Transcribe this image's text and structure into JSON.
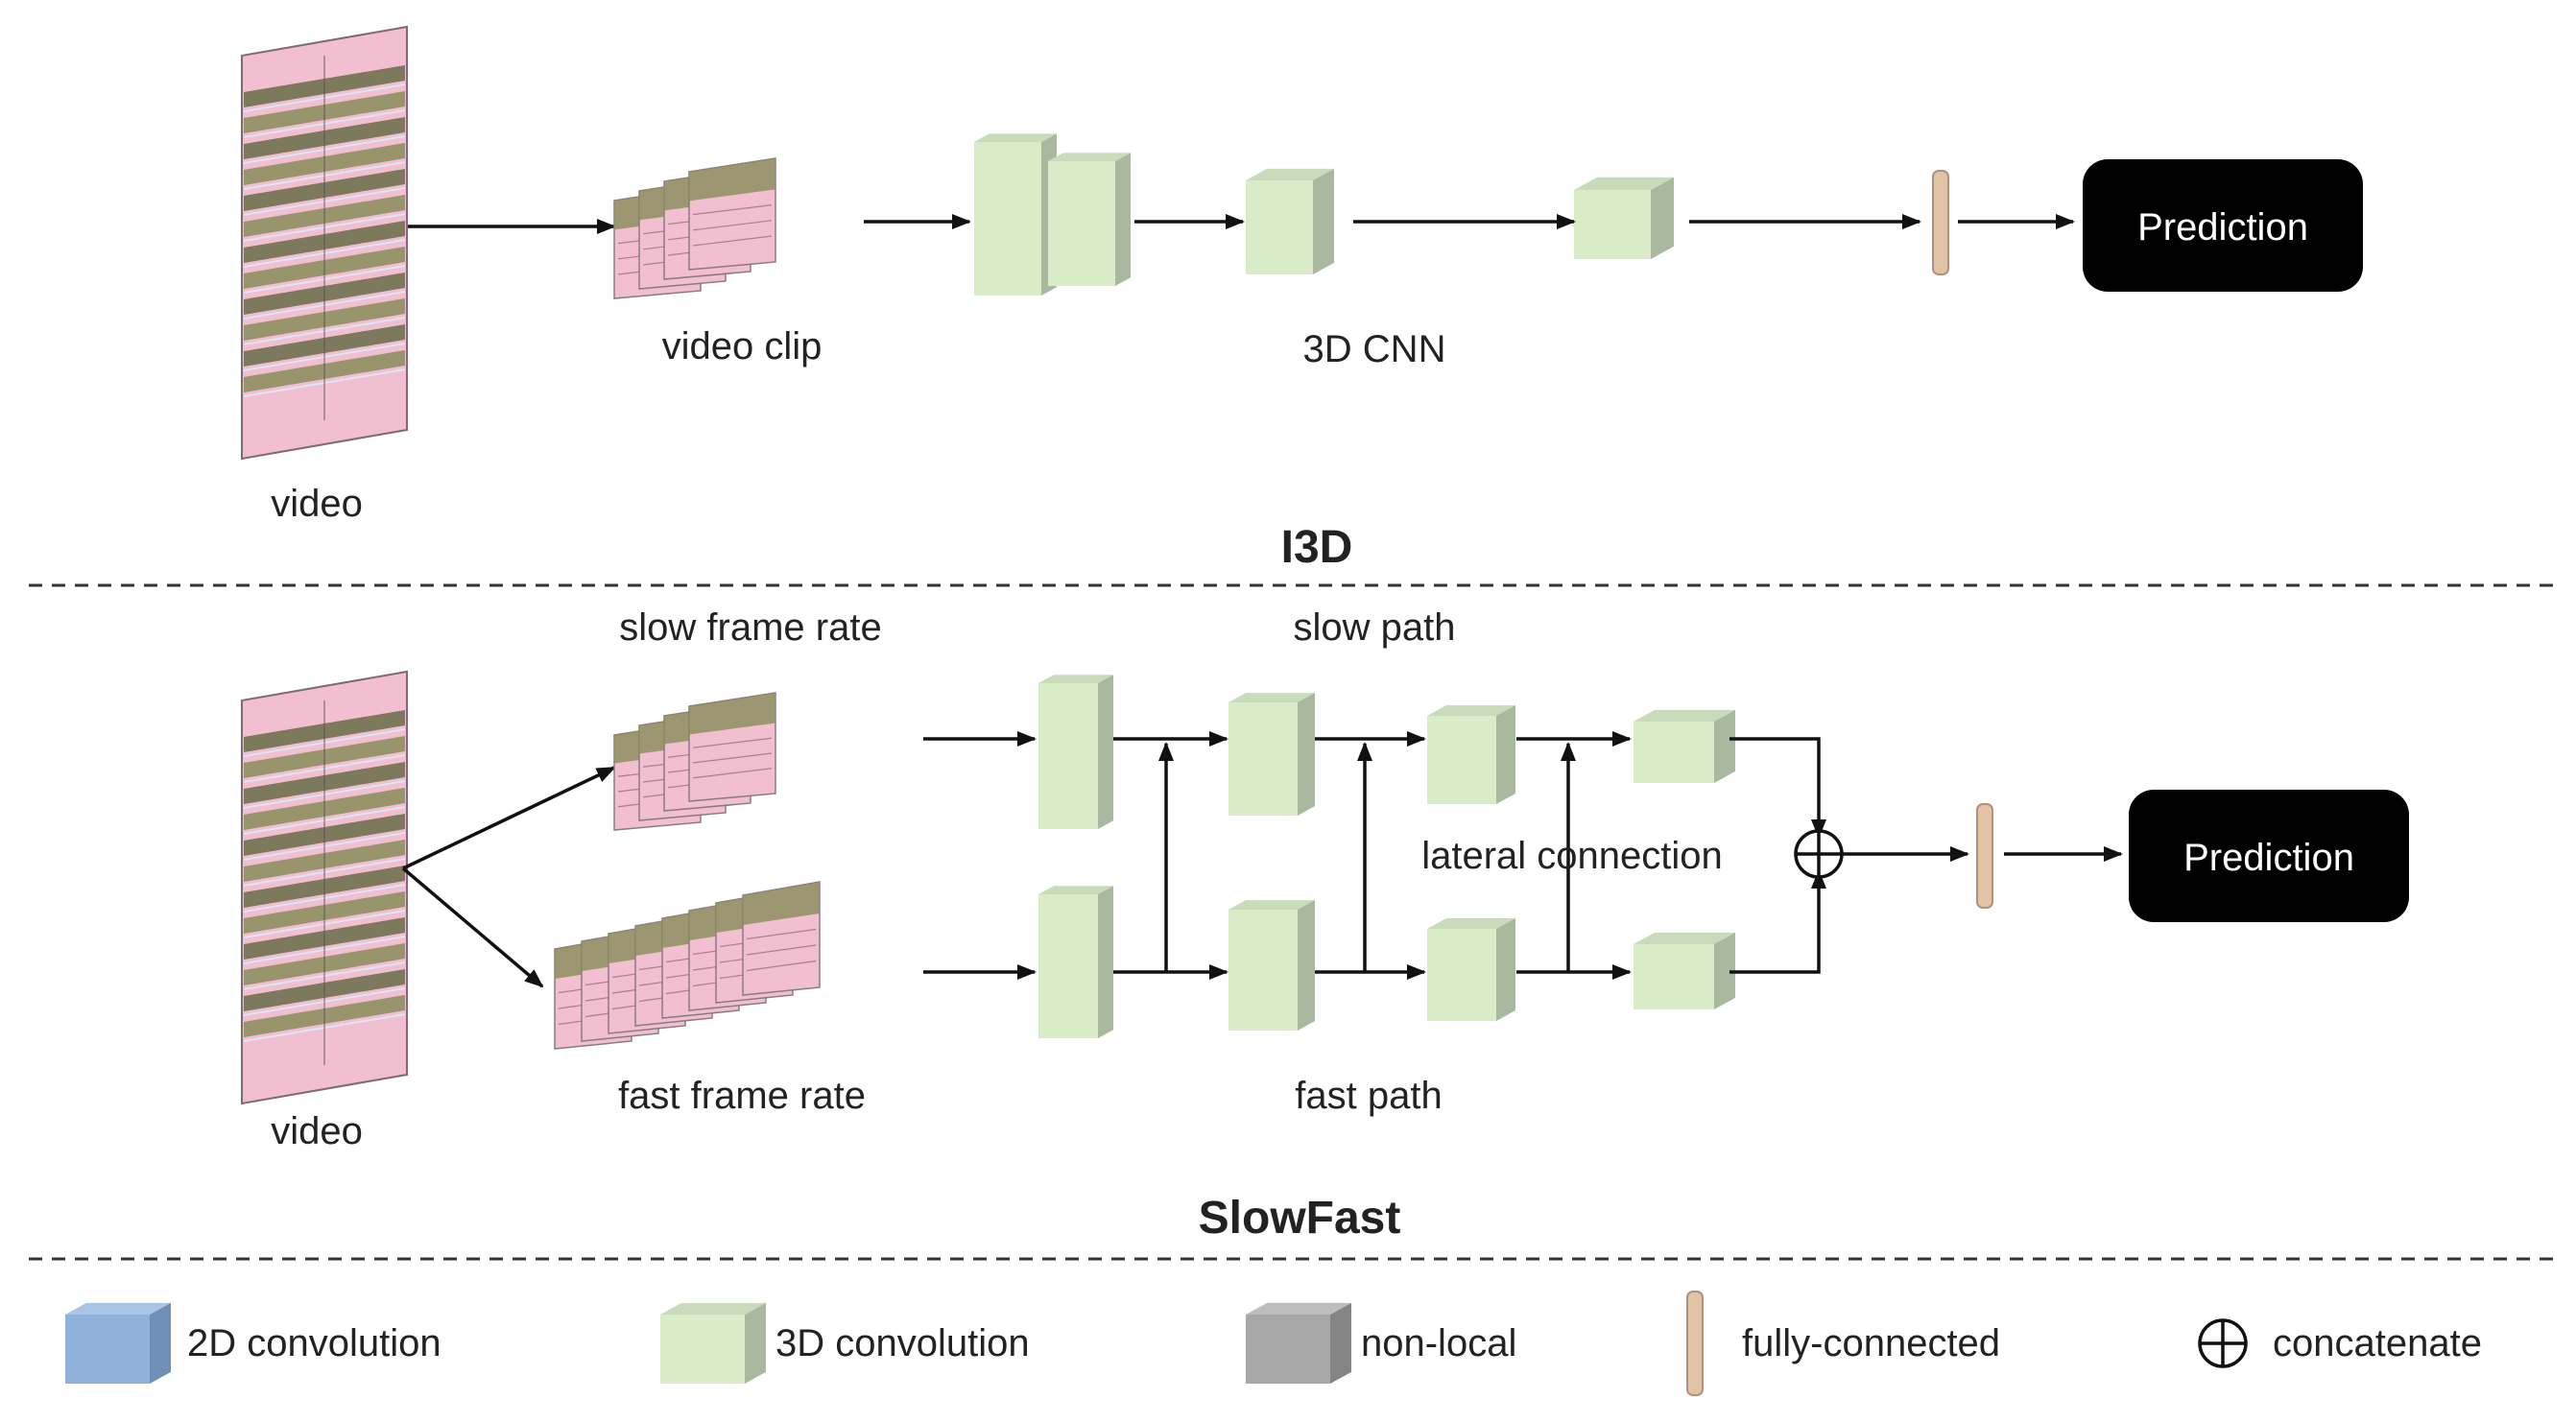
{
  "colors": {
    "conv3d_front": "#d8ecc8",
    "conv3d_side": "#a9b9a0",
    "conv3d_top": "#c8dcbc",
    "conv2d": "#8fb1da",
    "nonlocal": "#a8a8a8",
    "fc": "#e3c3a6",
    "prediction_bg": "#000000",
    "frame_pink": "#f2bfd0",
    "frame_olive": "#8e8f60"
  },
  "i3d": {
    "title": "I3D",
    "video_label": "video",
    "clip_label": "video clip",
    "cnn_label": "3D CNN",
    "prediction": "Prediction"
  },
  "slowfast": {
    "title": "SlowFast",
    "video_label": "video",
    "slow_rate_label": "slow frame rate",
    "fast_rate_label": "fast frame rate",
    "slow_path_label": "slow path",
    "fast_path_label": "fast path",
    "lateral_label": "lateral connection",
    "prediction": "Prediction"
  },
  "legend": [
    {
      "label": "2D convolution",
      "icon": "2d-conv-cube-icon"
    },
    {
      "label": "3D convolution",
      "icon": "3d-conv-cube-icon"
    },
    {
      "label": "non-local",
      "icon": "non-local-cube-icon"
    },
    {
      "label": "fully-connected",
      "icon": "fc-bar-icon"
    },
    {
      "label": "concatenate",
      "icon": "concat-circle-plus-icon"
    }
  ]
}
